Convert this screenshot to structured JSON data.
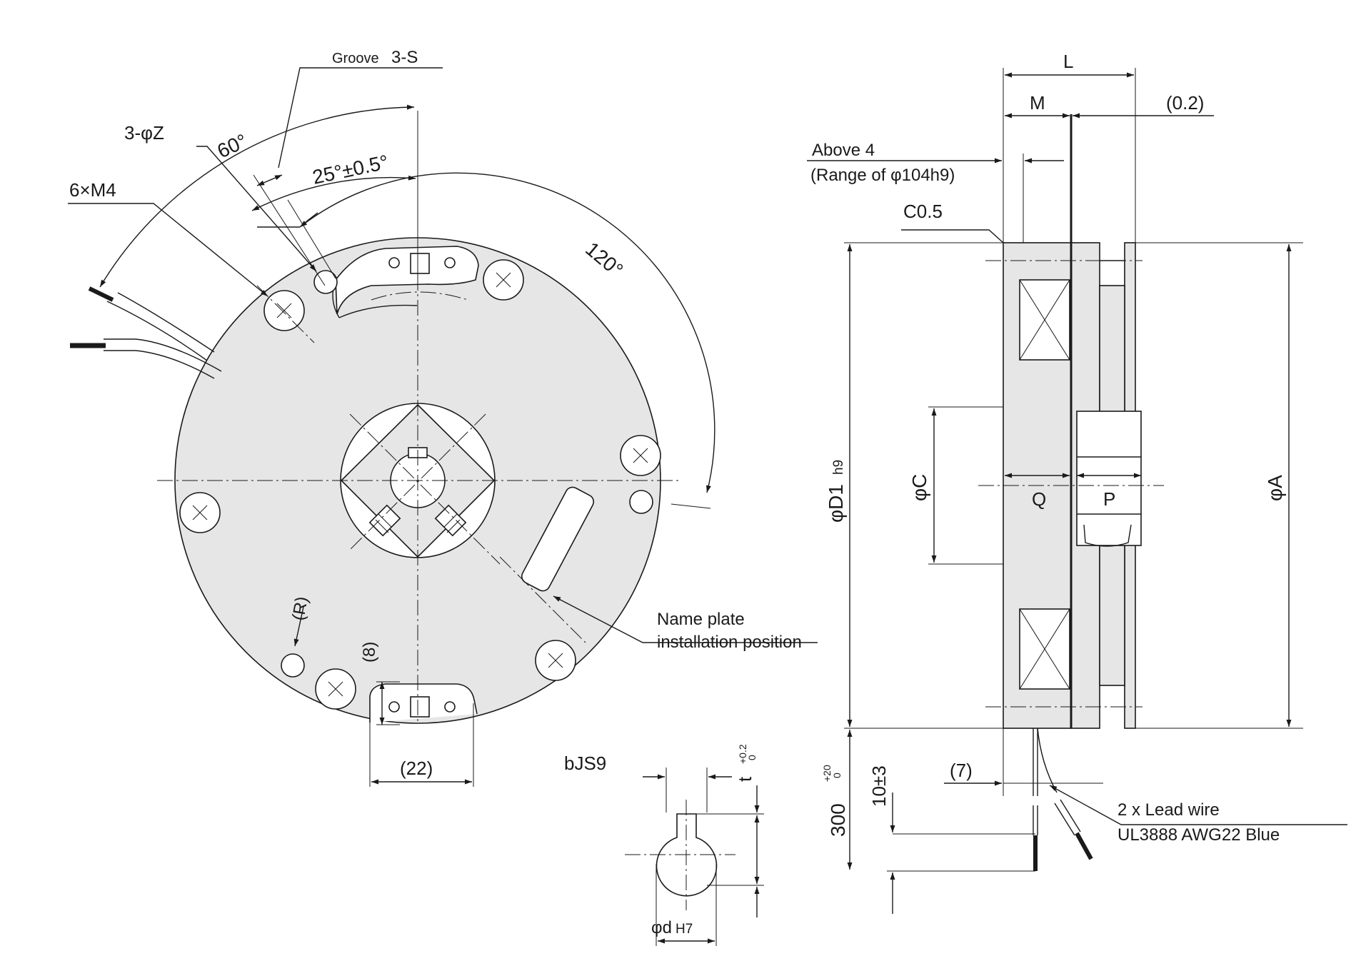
{
  "drawing": {
    "front_view": {
      "groove_label": "Groove",
      "groove_value": "3-S",
      "hole_label": "3-φZ",
      "thread_label": "6×M4",
      "angle_60": "60°",
      "angle_25": "25°±0.5°",
      "angle_120": "120°",
      "dim_R": "(R)",
      "dim_8": "(8)",
      "dim_22": "(22)",
      "nameplate_line1": "Name plate",
      "nameplate_line2": "installation position"
    },
    "keyway_detail": {
      "b_label": "bJS9",
      "t_label": "t",
      "t_upper_tol": "+0.2",
      "t_lower_tol": "0",
      "d_label": "φd",
      "d_tol": "H7"
    },
    "side_view": {
      "L": "L",
      "M": "M",
      "gap": "(0.2)",
      "above_line1": "Above 4",
      "above_line2": "(Range of φ104h9)",
      "chamfer": "C0.5",
      "D1_label": "φD1",
      "D1_tol": "h9",
      "C_label": "φC",
      "A_label": "φA",
      "Q": "Q",
      "P": "P",
      "dim_7": "(7)",
      "dim_300": "300",
      "dim_300_upper": "+20",
      "dim_300_lower": "0",
      "dim_10": "10±3",
      "lead_line1": "2 x Lead wire",
      "lead_line2": "UL3888  AWG22  Blue"
    }
  }
}
